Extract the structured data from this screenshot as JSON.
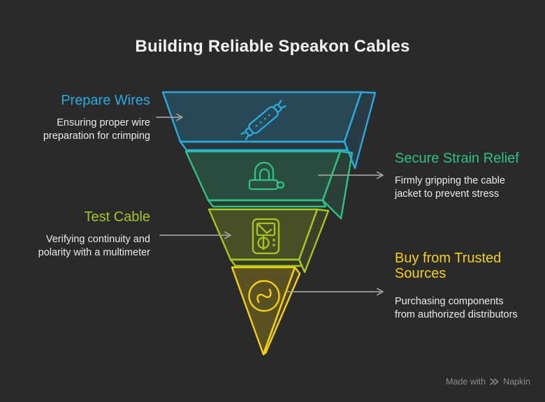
{
  "title": "Building Reliable Speakon Cables",
  "steps": [
    {
      "label": "Prepare Wires",
      "description": "Ensuring proper wire preparation for crimping",
      "color": "#29ABE2",
      "icon": "cable-connector-icon",
      "side": "left"
    },
    {
      "label": "Secure Strain Relief",
      "description": "Firmly gripping the cable jacket to prevent stress",
      "color": "#2EC284",
      "icon": "strain-relief-clamp-icon",
      "side": "right"
    },
    {
      "label": "Test Cable",
      "description": "Verifying continuity and polarity with a multimeter",
      "color": "#A6C71D",
      "icon": "multimeter-icon",
      "side": "left"
    },
    {
      "label": "Buy from Trusted Sources",
      "description": "Purchasing components from authorized distributors",
      "color": "#F5D10E",
      "icon": "sync-circle-icon",
      "side": "right"
    }
  ],
  "colors": {
    "background": "#2A2A2A",
    "title_text": "#F3F3F3",
    "description_text": "#EBEBEB",
    "arrow": "#9C9C9C",
    "footer_text": "#8C8C8C"
  },
  "footer": {
    "made_with": "Made with",
    "brand": "Napkin"
  }
}
